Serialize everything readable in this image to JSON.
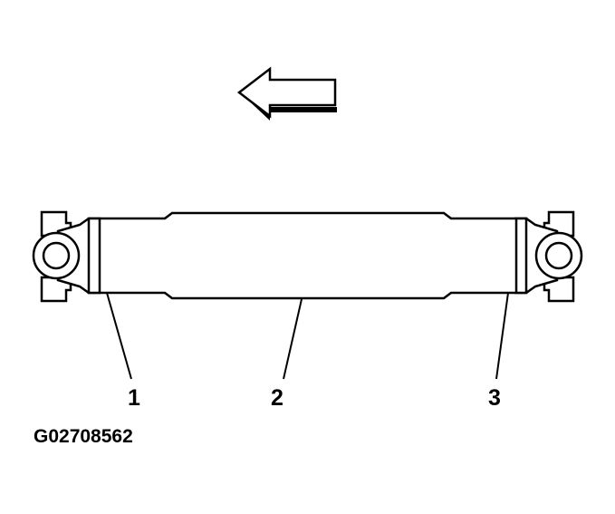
{
  "diagram": {
    "callouts": [
      {
        "label": "1"
      },
      {
        "label": "2"
      },
      {
        "label": "3"
      }
    ],
    "figure_id": "G02708562",
    "direction_arrow_icon": "arrow-left-icon",
    "colors": {
      "line": "#000000",
      "background": "#ffffff"
    }
  }
}
